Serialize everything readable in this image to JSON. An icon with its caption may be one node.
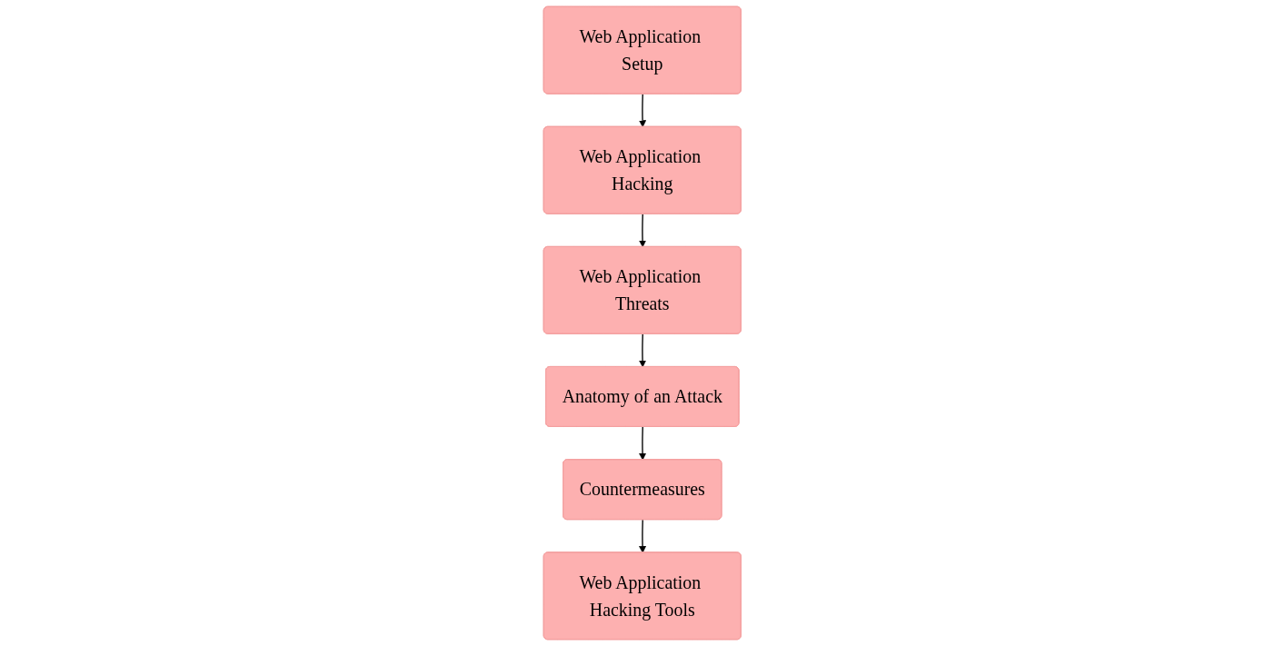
{
  "diagram": {
    "nodes": [
      {
        "text": [
          "Web Application Setup"
        ]
      },
      {
        "text": [
          "Web Application Hacking"
        ]
      },
      {
        "text": [
          "Web Application Threats"
        ]
      },
      {
        "text": [
          "Anatomy of an Attack"
        ]
      },
      {
        "text": [
          "Countermeasures"
        ]
      },
      {
        "text": [
          "Web Application Hacking Tools"
        ]
      }
    ],
    "edges": [
      {
        "from": 0,
        "to": 1,
        "arrow": "to"
      },
      {
        "from": 1,
        "to": 2,
        "arrow": "to"
      },
      {
        "from": 2,
        "to": 3,
        "arrow": "to"
      },
      {
        "from": 3,
        "to": 4,
        "arrow": "to"
      },
      {
        "from": 4,
        "to": 5,
        "arrow": "to"
      }
    ]
  }
}
